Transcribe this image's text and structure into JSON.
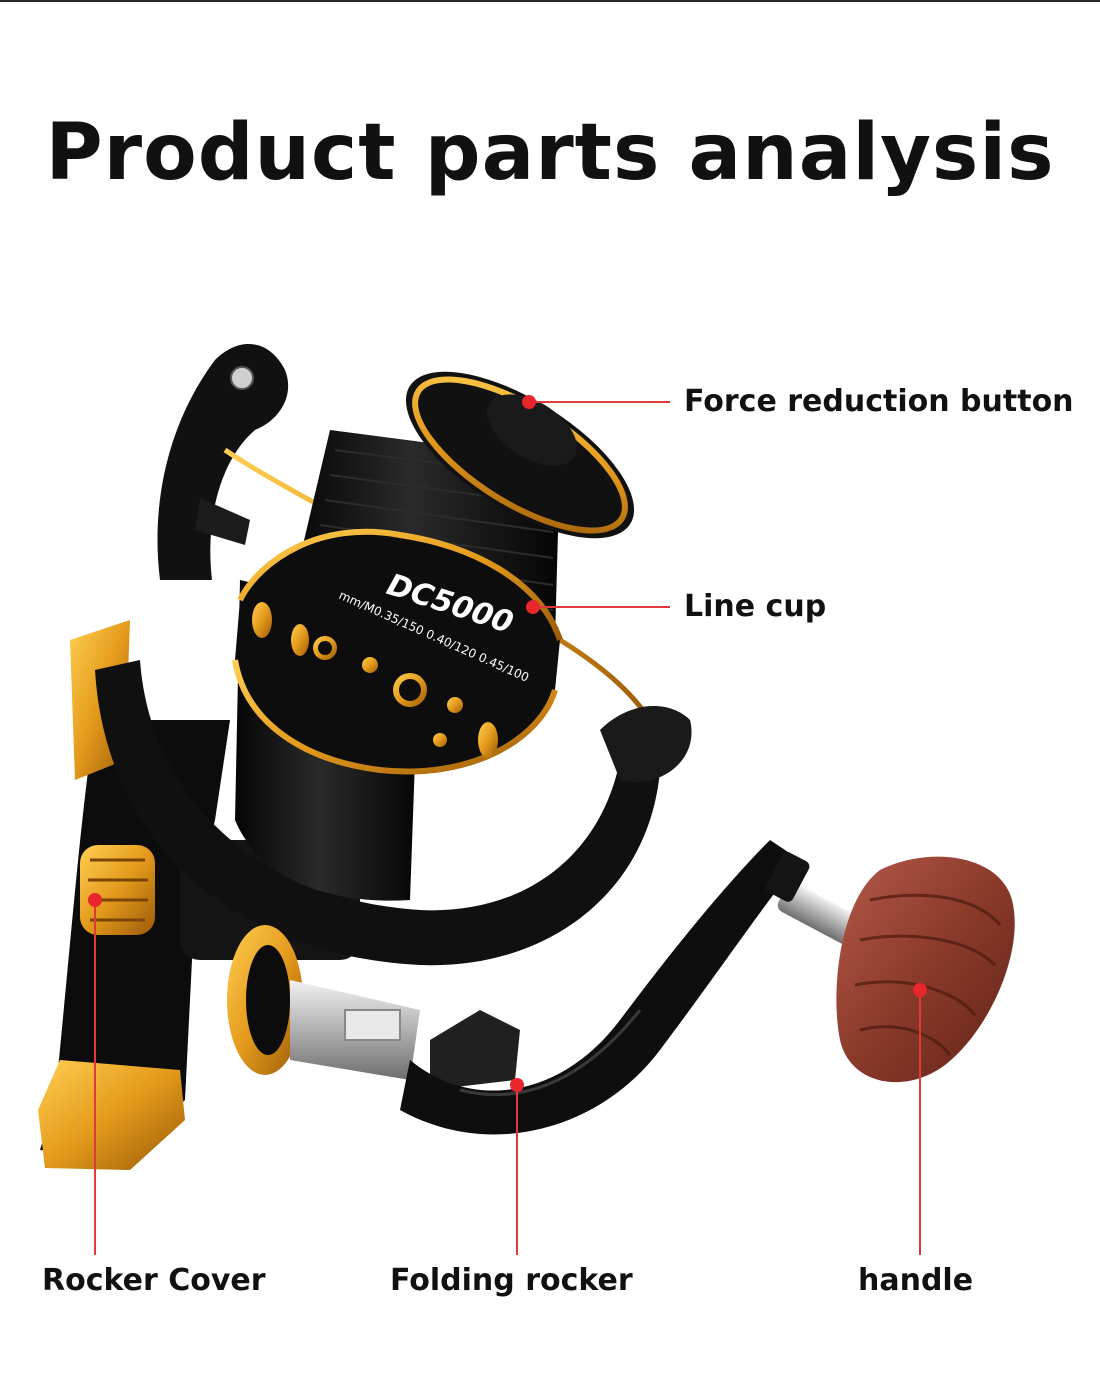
{
  "page": {
    "title": "Product parts analysis"
  },
  "reel": {
    "model_text": "DC5000",
    "spec_text": "mm/M0.35/150 0.40/120 0.45/100"
  },
  "callouts": [
    {
      "id": "force-reduction-button",
      "label": "Force reduction button"
    },
    {
      "id": "line-cup",
      "label": "Line cup"
    },
    {
      "id": "rocker-cover",
      "label": "Rocker Cover"
    },
    {
      "id": "folding-rocker",
      "label": "Folding rocker"
    },
    {
      "id": "handle",
      "label": "handle"
    }
  ],
  "colors": {
    "callout_line": "#e03a3a",
    "callout_dot": "#e8262b",
    "reel_body": "#111111",
    "gold_accent": "#e49a1c",
    "wood": "#8b3a2a"
  }
}
